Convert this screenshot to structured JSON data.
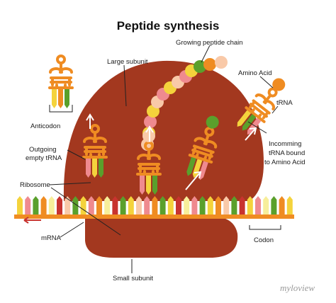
{
  "title": "Peptide synthesis",
  "labels": {
    "large_subunit": "Large subunit",
    "growing_chain": "Growing peptide chain",
    "amino_acid": "Amino Acid",
    "trna": "tRNA",
    "anticodon": "Anticodon",
    "outgoing_line1": "Outgoing",
    "outgoing_line2": "empty tRNA",
    "incoming_line1": "Incomming",
    "incoming_line2": "tRNA bound",
    "incoming_line3": "to Amino Acid",
    "ribosome": "Ribosome",
    "mrna": "mRNA",
    "codon": "Codon",
    "small_subunit": "Small subunit"
  },
  "watermark": "myloview",
  "colors": {
    "ribosome": "#a3381f",
    "trna_orange": "#ef8c22",
    "green": "#5aa02c",
    "yellow": "#f4d33c",
    "pink": "#ef8a8f",
    "peach": "#f9c9a8",
    "red_base": "#c8332f",
    "light_yellow": "#f7ee9a"
  },
  "growing_chain_colors": [
    "#f9c9a8",
    "#f4d33c",
    "#ef8a8f",
    "#f4d33c",
    "#f9c9a8",
    "#ef8a8f",
    "#f4d33c",
    "#f9c9a8",
    "#ef8a8f",
    "#f4d33c",
    "#5aa02c",
    "#ef8c22",
    "#f9c9a8"
  ],
  "mrna_base_colors": [
    "#f4d33c",
    "#ef8a8f",
    "#5aa02c",
    "#ef8c22",
    "#f7ee9a",
    "#c8332f",
    "#f9c9a8",
    "#5aa02c",
    "#f4d33c",
    "#ef8a8f",
    "#ef8c22",
    "#f7ee9a",
    "#c8332f",
    "#5aa02c",
    "#f4d33c",
    "#f9c9a8",
    "#ef8a8f",
    "#ef8c22",
    "#5aa02c",
    "#f4d33c",
    "#c8332f",
    "#f7ee9a",
    "#ef8a8f",
    "#5aa02c",
    "#f4d33c",
    "#ef8c22",
    "#f9c9a8",
    "#5aa02c",
    "#c8332f",
    "#f4d33c",
    "#ef8a8f",
    "#f7ee9a",
    "#5aa02c",
    "#ef8c22",
    "#f4d33c"
  ],
  "trna_molecules": [
    {
      "name": "trna-anticodon-example",
      "bases": [
        "#f4d33c",
        "#ef8c22",
        "#5aa02c"
      ]
    },
    {
      "name": "trna-outgoing-empty",
      "bases": [
        "#ef8a8f",
        "#f4d33c",
        "#5aa02c"
      ]
    },
    {
      "name": "trna-p-site",
      "bases": [
        "#ef8a8f",
        "#f4d33c",
        "#5aa02c"
      ]
    },
    {
      "name": "trna-a-site",
      "bases": [
        "#5aa02c",
        "#f4d33c",
        "#ef8a8f"
      ]
    },
    {
      "name": "trna-incoming",
      "bases": [
        "#f4d33c",
        "#5aa02c",
        "#ef8a8f"
      ]
    }
  ]
}
